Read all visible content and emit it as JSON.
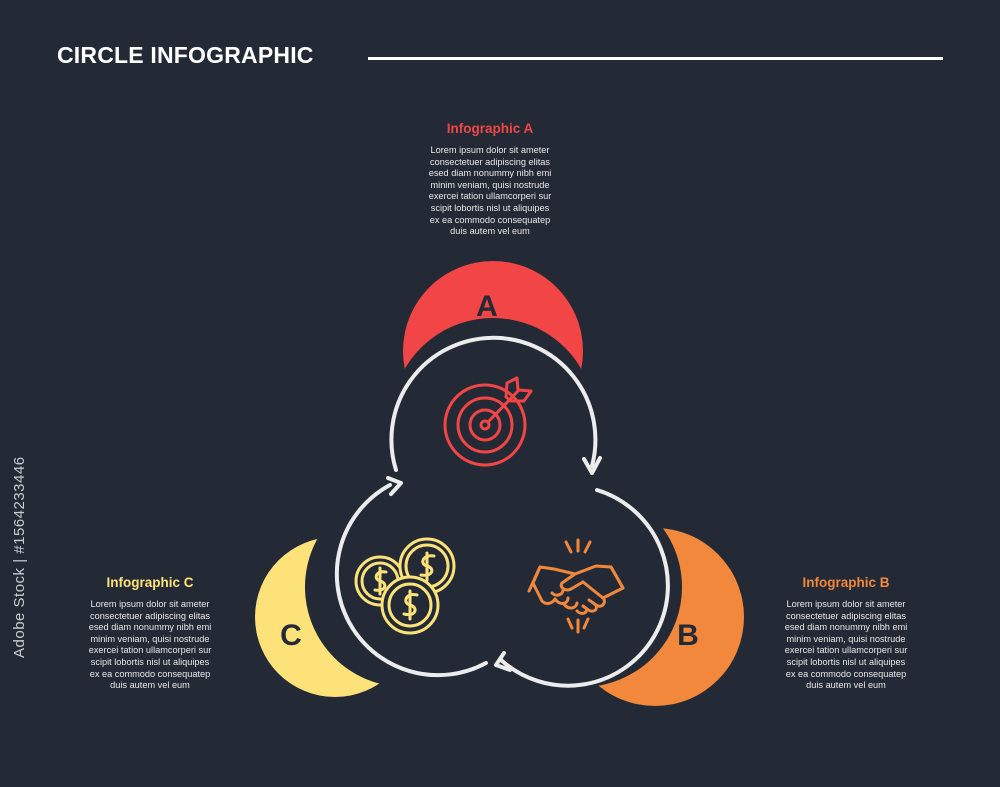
{
  "header": {
    "title": "CIRCLE INFOGRAPHIC"
  },
  "items": [
    {
      "letter": "A",
      "heading": "Infographic A",
      "color": "#f24646",
      "icon": "target-icon",
      "lines": [
        "Lorem ipsum dolor sit ameter",
        "consectetuer adipiscing elitas",
        "esed diam nonummy nibh emi",
        "minim veniam, quisi nostrude",
        "exercei tation ullamcorperi sur",
        "scipit lobortis nisl ut aliquipes",
        "ex ea commodo consequatep",
        "duis autem vel eum"
      ]
    },
    {
      "letter": "B",
      "heading": "Infographic B",
      "color": "#f2883c",
      "icon": "handshake-icon",
      "lines": [
        "Lorem ipsum dolor sit ameter",
        "consectetuer adipiscing elitas",
        "esed diam nonummy nibh emi",
        "minim veniam, quisi nostrude",
        "exercei tation ullamcorperi sur",
        "scipit lobortis nisl ut aliquipes",
        "ex ea commodo consequatep",
        "duis autem vel eum"
      ]
    },
    {
      "letter": "C",
      "heading": "Infographic C",
      "color": "#fde27a",
      "icon": "coins-icon",
      "lines": [
        "Lorem ipsum dolor sit ameter",
        "consectetuer adipiscing elitas",
        "esed diam nonummy nibh emi",
        "minim veniam, quisi nostrude",
        "exercei tation ullamcorperi sur",
        "scipit lobortis nisl ut aliquipes",
        "ex ea commodo consequatep",
        "duis autem vel eum"
      ]
    }
  ],
  "stock_id": "Adobe Stock | #1564233446",
  "colors": {
    "background": "#232a35",
    "outline": "#ececec",
    "letter": "#232a35"
  }
}
